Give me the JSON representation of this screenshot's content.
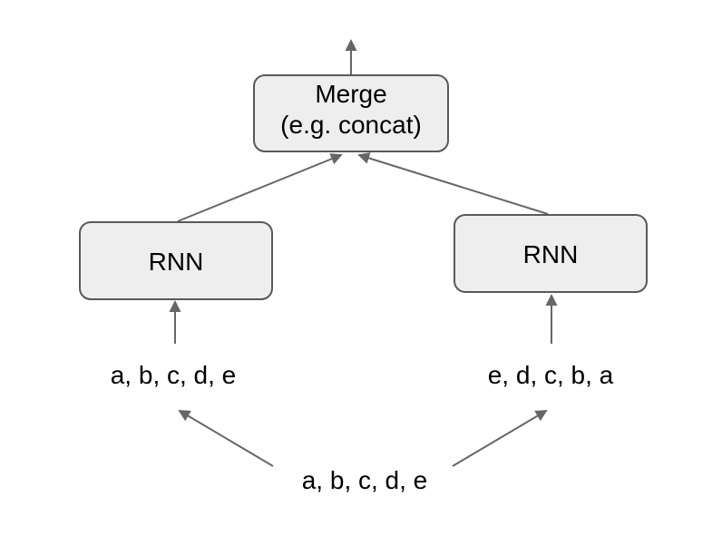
{
  "diagram": {
    "type": "flow-diagram",
    "description_visible_text_only": true,
    "nodes": {
      "merge": {
        "label_line1": "Merge",
        "label_line2": "(e.g. concat)"
      },
      "rnn_left": {
        "label": "RNN"
      },
      "rnn_right": {
        "label": "RNN"
      },
      "sequence_left": {
        "label": "a, b, c, d, e"
      },
      "sequence_right": {
        "label": "e, d, c, b, a"
      },
      "sequence_input": {
        "label": "a, b, c, d, e"
      }
    },
    "edges": [
      {
        "from": "sequence_input",
        "to": "sequence_left"
      },
      {
        "from": "sequence_input",
        "to": "sequence_right"
      },
      {
        "from": "sequence_left",
        "to": "rnn_left"
      },
      {
        "from": "sequence_right",
        "to": "rnn_right"
      },
      {
        "from": "rnn_left",
        "to": "merge"
      },
      {
        "from": "rnn_right",
        "to": "merge"
      },
      {
        "from": "merge",
        "to": "output"
      }
    ],
    "colors": {
      "background": "#ffffff",
      "box_fill": "#eeeeee",
      "box_stroke": "#595959",
      "arrow": "#666666",
      "text": "#000000"
    }
  }
}
